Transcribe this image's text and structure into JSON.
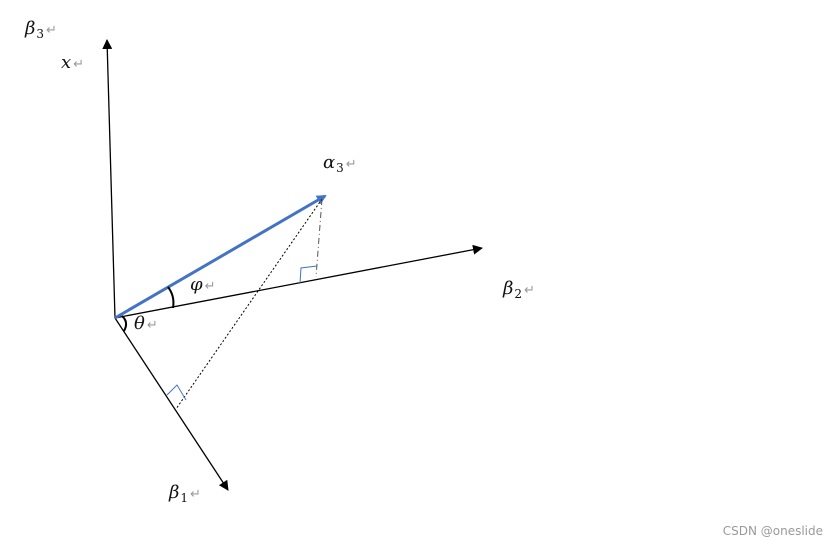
{
  "labels": {
    "beta3": {
      "symbol": "β",
      "sub": "3",
      "mark": "↵"
    },
    "x": {
      "symbol": "x",
      "mark": "↵"
    },
    "alpha3": {
      "symbol": "α",
      "sub": "3",
      "mark": "↵"
    },
    "beta2": {
      "symbol": "β",
      "sub": "2",
      "mark": "↵"
    },
    "beta1": {
      "symbol": "β",
      "sub": "1",
      "mark": "↵"
    },
    "phi": {
      "symbol": "φ",
      "mark": "↵"
    },
    "theta": {
      "symbol": "θ",
      "mark": "↵"
    }
  },
  "watermark": "CSDN @oneslide",
  "colors": {
    "axis": "#000000",
    "vector": "#4472c4",
    "right_angle": "#4472c4",
    "mark": "#9a9a9a"
  }
}
